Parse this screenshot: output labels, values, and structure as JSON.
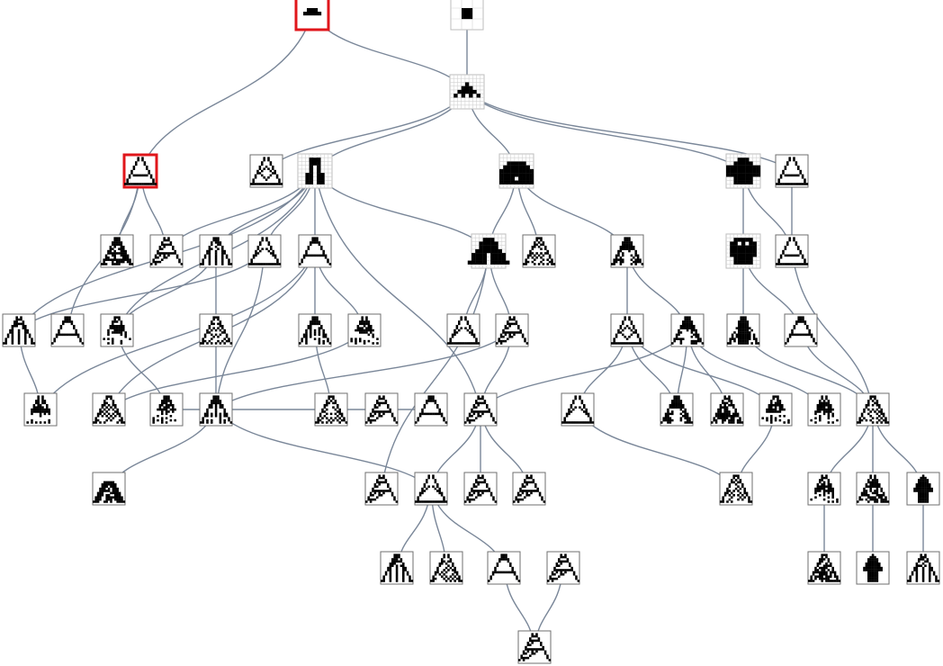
{
  "graph": {
    "kind": "directed-tree-of-cellular-automaton-patterns",
    "colors": {
      "edge": "#7a8799",
      "highlight": "#e0161b",
      "cell": "#000000",
      "frame": "#6f6f6f"
    },
    "nodes": [
      {
        "id": "n1",
        "pattern": "seed-bar",
        "highlight": true
      },
      {
        "id": "n2",
        "pattern": "single-cell",
        "gridded": true
      },
      {
        "id": "n3",
        "pattern": "pyramid-small",
        "gridded": true
      },
      {
        "id": "n4",
        "pattern": "hollow-triangle",
        "highlight": true
      },
      {
        "id": "n5",
        "pattern": "ring-triangle"
      },
      {
        "id": "n6",
        "pattern": "arch",
        "gridded": true
      },
      {
        "id": "n7",
        "pattern": "solid-steps",
        "gridded": true
      },
      {
        "id": "n8",
        "pattern": "blob",
        "gridded": true
      },
      {
        "id": "n9",
        "pattern": "outline-triangle"
      },
      {
        "id": "n10",
        "pattern": "dense-knot"
      },
      {
        "id": "n11",
        "pattern": "sierpinski"
      },
      {
        "id": "n12",
        "pattern": "branching"
      },
      {
        "id": "n13",
        "pattern": "nested-triangle"
      },
      {
        "id": "n14",
        "pattern": "hollow-a"
      },
      {
        "id": "n15",
        "pattern": "block-pyramid",
        "gridded": true
      },
      {
        "id": "n16",
        "pattern": "lattice"
      },
      {
        "id": "n17",
        "pattern": "solid-a"
      },
      {
        "id": "n18",
        "pattern": "crown",
        "gridded": true
      },
      {
        "id": "n19",
        "pattern": "outline-triangle"
      },
      {
        "id": "n20",
        "pattern": "branching"
      },
      {
        "id": "n21",
        "pattern": "hollow-a"
      },
      {
        "id": "n22",
        "pattern": "crab"
      },
      {
        "id": "n23",
        "pattern": "lattice"
      },
      {
        "id": "n24",
        "pattern": "drip"
      },
      {
        "id": "n25",
        "pattern": "crab"
      },
      {
        "id": "n26",
        "pattern": "nested-triangle"
      },
      {
        "id": "n27",
        "pattern": "sierpinski"
      },
      {
        "id": "n28",
        "pattern": "ring-triangle"
      },
      {
        "id": "n29",
        "pattern": "solid-a"
      },
      {
        "id": "n30",
        "pattern": "spire"
      },
      {
        "id": "n31",
        "pattern": "hollow-a"
      },
      {
        "id": "n32",
        "pattern": "crab"
      },
      {
        "id": "n33",
        "pattern": "lattice"
      },
      {
        "id": "n34",
        "pattern": "crab"
      },
      {
        "id": "n35",
        "pattern": "drip"
      },
      {
        "id": "n36",
        "pattern": "sierpinski"
      },
      {
        "id": "n37",
        "pattern": "lattice"
      },
      {
        "id": "n38",
        "pattern": "nested-triangle"
      },
      {
        "id": "n39",
        "pattern": "solid-a"
      },
      {
        "id": "n40",
        "pattern": "dense-knot"
      },
      {
        "id": "n41",
        "pattern": "crab"
      },
      {
        "id": "n42",
        "pattern": "lattice"
      },
      {
        "id": "n43",
        "pattern": "sierpinski"
      },
      {
        "id": "n44",
        "pattern": "crab"
      },
      {
        "id": "n45",
        "pattern": "hollow-a"
      },
      {
        "id": "n46",
        "pattern": "bowl"
      },
      {
        "id": "n47",
        "pattern": "sierpinski"
      },
      {
        "id": "n48",
        "pattern": "nested-triangle"
      },
      {
        "id": "n49",
        "pattern": "sierpinski"
      },
      {
        "id": "n50",
        "pattern": "sierpinski"
      },
      {
        "id": "n51",
        "pattern": "crab"
      },
      {
        "id": "n52",
        "pattern": "dense-knot"
      },
      {
        "id": "n53",
        "pattern": "drop"
      },
      {
        "id": "n54",
        "pattern": "branching"
      },
      {
        "id": "n55",
        "pattern": "lattice"
      },
      {
        "id": "n56",
        "pattern": "lattice"
      },
      {
        "id": "n57",
        "pattern": "hollow-a"
      },
      {
        "id": "n58",
        "pattern": "sierpinski"
      },
      {
        "id": "n59",
        "pattern": "dense-knot"
      },
      {
        "id": "n60",
        "pattern": "drop"
      },
      {
        "id": "n61",
        "pattern": "branching"
      },
      {
        "id": "n62",
        "pattern": "sierpinski"
      }
    ],
    "edges": [
      [
        "n1",
        "n4"
      ],
      [
        "n1",
        "n3"
      ],
      [
        "n2",
        "n3"
      ],
      [
        "n3",
        "n5"
      ],
      [
        "n3",
        "n6"
      ],
      [
        "n3",
        "n7"
      ],
      [
        "n3",
        "n8"
      ],
      [
        "n3",
        "n9"
      ],
      [
        "n4",
        "n10"
      ],
      [
        "n4",
        "n11"
      ],
      [
        "n4",
        "n21"
      ],
      [
        "n6",
        "n12"
      ],
      [
        "n6",
        "n13"
      ],
      [
        "n6",
        "n14"
      ],
      [
        "n6",
        "n15"
      ],
      [
        "n6",
        "n20"
      ],
      [
        "n6",
        "n22"
      ],
      [
        "n6",
        "n36"
      ],
      [
        "n6",
        "n11"
      ],
      [
        "n7",
        "n15"
      ],
      [
        "n7",
        "n16"
      ],
      [
        "n7",
        "n17"
      ],
      [
        "n8",
        "n18"
      ],
      [
        "n8",
        "n19"
      ],
      [
        "n9",
        "n19"
      ],
      [
        "n12",
        "n22"
      ],
      [
        "n12",
        "n23"
      ],
      [
        "n13",
        "n20"
      ],
      [
        "n13",
        "n35"
      ],
      [
        "n14",
        "n24"
      ],
      [
        "n14",
        "n25"
      ],
      [
        "n14",
        "n33"
      ],
      [
        "n14",
        "n32"
      ],
      [
        "n15",
        "n26"
      ],
      [
        "n15",
        "n27"
      ],
      [
        "n15",
        "n47"
      ],
      [
        "n17",
        "n28"
      ],
      [
        "n17",
        "n29"
      ],
      [
        "n18",
        "n30"
      ],
      [
        "n18",
        "n31"
      ],
      [
        "n19",
        "n42"
      ],
      [
        "n20",
        "n32"
      ],
      [
        "n22",
        "n34"
      ],
      [
        "n23",
        "n35"
      ],
      [
        "n24",
        "n37"
      ],
      [
        "n25",
        "n33"
      ],
      [
        "n27",
        "n36"
      ],
      [
        "n27",
        "n35"
      ],
      [
        "n28",
        "n38"
      ],
      [
        "n28",
        "n39"
      ],
      [
        "n28",
        "n41"
      ],
      [
        "n29",
        "n39"
      ],
      [
        "n29",
        "n40"
      ],
      [
        "n29",
        "n44"
      ],
      [
        "n29",
        "n36"
      ],
      [
        "n30",
        "n42"
      ],
      [
        "n31",
        "n42"
      ],
      [
        "n34",
        "n45"
      ],
      [
        "n35",
        "n46"
      ],
      [
        "n35",
        "n48"
      ],
      [
        "n36",
        "n48"
      ],
      [
        "n36",
        "n49"
      ],
      [
        "n36",
        "n50"
      ],
      [
        "n38",
        "n56"
      ],
      [
        "n41",
        "n56"
      ],
      [
        "n42",
        "n51"
      ],
      [
        "n42",
        "n52"
      ],
      [
        "n42",
        "n53"
      ],
      [
        "n48",
        "n54"
      ],
      [
        "n48",
        "n55"
      ],
      [
        "n48",
        "n57"
      ],
      [
        "n51",
        "n59"
      ],
      [
        "n52",
        "n60"
      ],
      [
        "n53",
        "n61"
      ],
      [
        "n57",
        "n62"
      ],
      [
        "n58",
        "n62"
      ]
    ]
  }
}
